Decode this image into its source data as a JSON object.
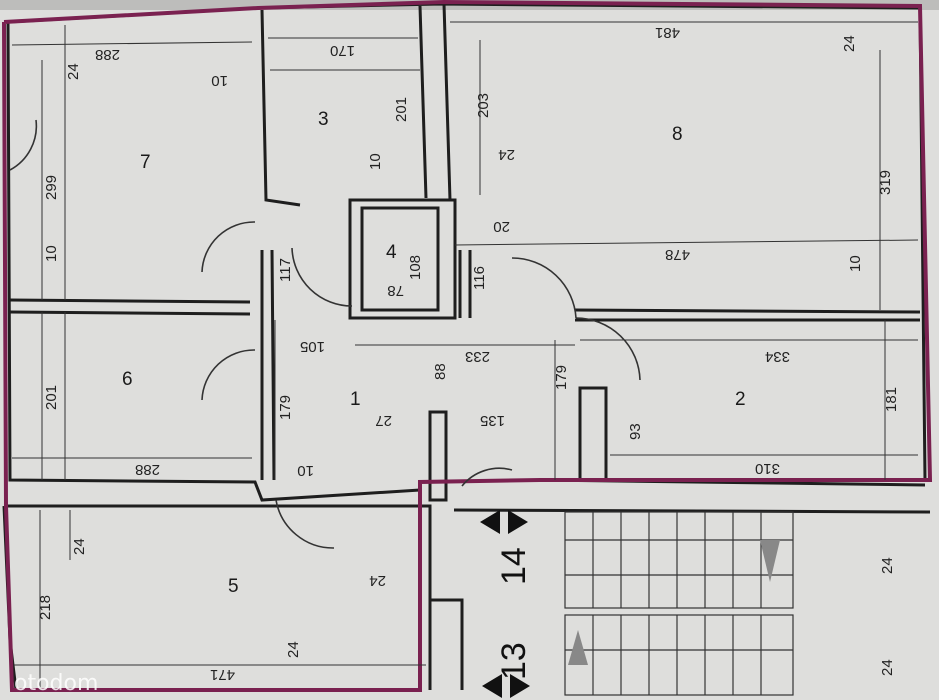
{
  "rooms": {
    "r1": "1",
    "r2": "2",
    "r3": "3",
    "r4": "4",
    "r5": "5",
    "r6": "6",
    "r7": "7",
    "r8": "8"
  },
  "dims": {
    "d288a": "288",
    "d170": "170",
    "d481": "481",
    "d24a": "24",
    "d10a": "10",
    "d201a": "201",
    "d203": "203",
    "d299": "299",
    "d24b": "24",
    "d10b": "10",
    "d24c": "24",
    "d319": "319",
    "d20": "20",
    "d108": "108",
    "d478": "478",
    "d10c": "10",
    "d117": "117",
    "d116": "116",
    "d78": "78",
    "d10d": "10",
    "d105": "105",
    "d233": "233",
    "d334": "334",
    "d201b": "201",
    "d88": "88",
    "d179a": "179",
    "d179b": "179",
    "d27": "27",
    "d135": "135",
    "d93": "93",
    "d181": "181",
    "d288b": "288",
    "d10e": "10",
    "d310": "310",
    "d24d": "24",
    "d24e": "24",
    "d218": "218",
    "d24f": "24",
    "d471": "471",
    "d24g": "24",
    "d24h": "24"
  },
  "floors": {
    "f14": "14",
    "f13": "13"
  },
  "watermark": "otodom",
  "colors": {
    "paper": "#e3e3e1",
    "wall": "#1e1e1e",
    "outline": "#7a2150",
    "line": "#333333"
  }
}
